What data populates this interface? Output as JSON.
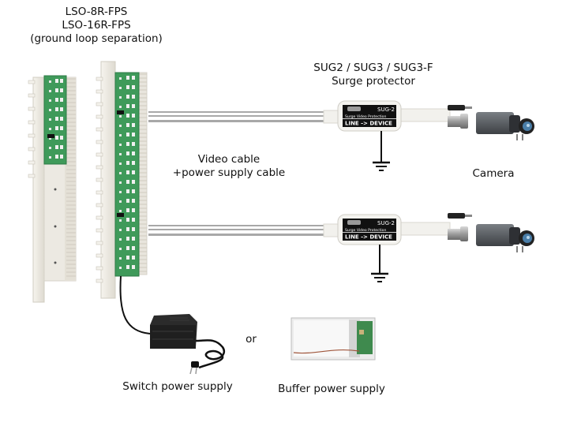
{
  "labels": {
    "module_line1": "LSO-8R-FPS",
    "module_line2": "LSO-16R-FPS",
    "module_line3": "(ground loop separation)",
    "protector_line1": "SUG2 / SUG3 / SUG3-F",
    "protector_line2": "Surge protector",
    "cable_line1": "Video cable",
    "cable_line2": "+power supply cable",
    "camera": "Camera",
    "or": "or",
    "switch_psu": "Switch power supply",
    "buffer_psu": "Buffer power supply"
  },
  "protector_device": {
    "model": "SUG-2",
    "subtitle": "Surge Video Protection",
    "direction": "LINE -> DEVICE"
  },
  "colors": {
    "pcb_green": "#3f9a5a",
    "rail": "#ebe8e0",
    "device_black": "#111111",
    "cable_gray": "#a8a8a8",
    "camera_body": "#5a5e62"
  }
}
